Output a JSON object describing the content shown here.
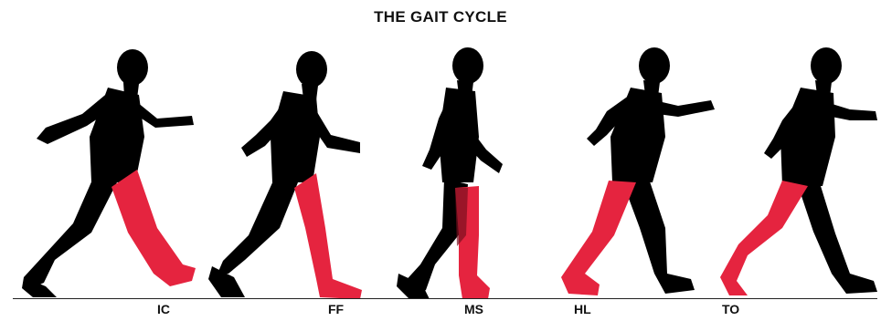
{
  "title": "THE GAIT CYCLE",
  "colors": {
    "body": "#000000",
    "leg": "#e5243f",
    "ground": "#222222"
  },
  "phases": [
    {
      "label": "IC"
    },
    {
      "label": "FF"
    },
    {
      "label": "MS"
    },
    {
      "label": "HL"
    },
    {
      "label": "TO"
    }
  ]
}
